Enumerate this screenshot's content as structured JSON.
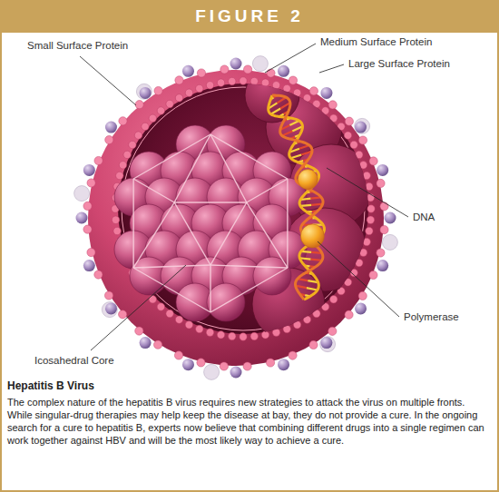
{
  "diagram": {
    "title": "FIGURE 2",
    "caption": "The complex nature of the hepatitis B virus requires new strategies to attack the virus on multiple fronts. While singular-drug therapies may help keep the disease at bay, they do not provide a cure. In the ongoing search for a cure to hepatitis B, experts now believe that combining different drugs into a single regimen can work together against HBV and will be the most likely way to achieve a cure.",
    "labels": [
      "Medium Surface Protein",
      "Small Surface Protein",
      "Large Surface Protein",
      "DNA",
      "Polymerase",
      "Icosahedral Core",
      "Hepatitis B Virus"
    ]
  }
}
